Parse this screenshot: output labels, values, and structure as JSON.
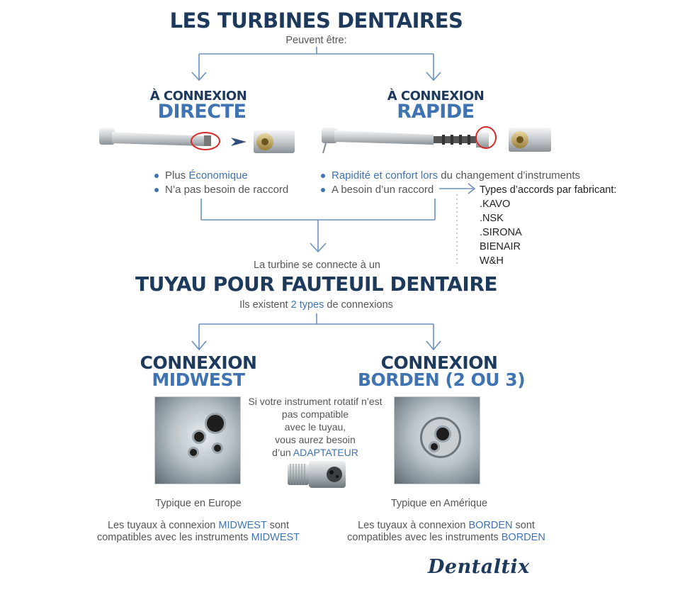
{
  "header": {
    "title": "LES TURBINES DENTAIRES",
    "subtitle": "Peuvent être:"
  },
  "directe": {
    "prefix": "À CONNEXION",
    "name": "DIRECTE",
    "bullets": [
      {
        "a": "Plus ",
        "b": "Économique"
      },
      {
        "a": "N’a pas besoin de raccord"
      }
    ]
  },
  "rapide": {
    "prefix": "À CONNEXION",
    "name": "RAPIDE",
    "bullet1_blue": "Rapidité et confort lors",
    "bullet1_rest": " du changement d’instruments",
    "bullet2": "A besoin d’un raccord",
    "fab_title": "Types d’accords par fabricant:",
    "fabricants": [
      ".KAVO",
      ".NSK",
      ".SIRONA",
      "BIENAIR",
      "W&H"
    ]
  },
  "middle": {
    "connect_text": "La turbine se connecte à un",
    "title": "TUYAU POUR FAUTEUIL DENTAIRE",
    "exist_a": "Ils existent ",
    "exist_b": "2 types",
    "exist_c": " de connexions"
  },
  "midwest": {
    "line1": "CONNEXION",
    "line2": "MIDWEST",
    "typique": "Typique en Europe",
    "compat_a": "Les tuyaux à connexion ",
    "compat_b": "MIDWEST",
    "compat_c": " sont",
    "compat2_a": "compatibles avec les instruments ",
    "compat2_b": "MIDWEST"
  },
  "borden": {
    "line1": "CONNEXION",
    "line2": "BORDEN (2 OU 3)",
    "typique": "Typique en Amérique",
    "compat_a": "Les tuyaux à connexion ",
    "compat_b": "BORDEN",
    "compat_c": " sont",
    "compat2_a": "compatibles avec les instruments ",
    "compat2_b": "BORDEN"
  },
  "adaptateur": {
    "l1": "Si votre instrument rotatif n’est",
    "l2": "pas compatible",
    "l3": "avec le tuyau,",
    "l4": "vous aurez besoin",
    "l5a": "d’un ",
    "l5b": "ADAPTATEUR"
  },
  "brand": {
    "logo": "Dentaltix"
  },
  "colors": {
    "navy": "#1d3a5c",
    "blue": "#3f73b1",
    "line": "#5b86b8",
    "marker": "#d62a2a"
  }
}
